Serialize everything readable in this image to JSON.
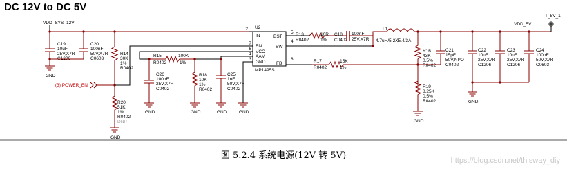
{
  "title": "DC 12V to DC 5V",
  "nets": {
    "input": "VDD_SYS_12V",
    "output": "VDD_5V",
    "testpoint": "T_5V_1",
    "enable": "(3)  POWER_EN",
    "gnd": "GND"
  },
  "ic": {
    "ref": "U2",
    "part": "MP1495S",
    "pins": [
      {
        "num": "2",
        "name": "IN"
      },
      {
        "num": "7",
        "name": "EN"
      },
      {
        "num": "6",
        "name": "VCC"
      },
      {
        "num": "1",
        "name": "AAM"
      },
      {
        "num": "3",
        "name": "GND"
      },
      {
        "num": "5",
        "name": "BST"
      },
      {
        "num": "4",
        "name": "SW"
      },
      {
        "num": "8",
        "name": "FB"
      }
    ]
  },
  "components": {
    "c19": {
      "ref": "C19",
      "val": "10uF",
      "rating": "25V,X7R",
      "pkg": "C1206"
    },
    "c20": {
      "ref": "C20",
      "val": "100nF",
      "rating": "50V,X7R",
      "pkg": "C0603"
    },
    "r14": {
      "ref": "R14",
      "val": "30K",
      "tol": "1%",
      "pkg": "R0402"
    },
    "r20": {
      "ref": "R20",
      "val": "51K",
      "tol": "1%",
      "pkg": "R0402",
      "note": "DNP"
    },
    "r15": {
      "ref": "R15",
      "val": "100K",
      "tol": "1%",
      "pkg": "R0402"
    },
    "c26": {
      "ref": "C26",
      "val": "100nF",
      "rating": "25V,X7R",
      "pkg": "C0402"
    },
    "r18": {
      "ref": "R18",
      "val": "10K",
      "tol": "1%",
      "pkg": "R0402"
    },
    "c25": {
      "ref": "C25",
      "val": "1nF",
      "rating": "50V,X7R",
      "pkg": "C0402"
    },
    "r13": {
      "ref": "R13",
      "val": "10R",
      "tol": "1%",
      "pkg": "R0402"
    },
    "c18": {
      "ref": "C18",
      "val": "100nF",
      "rating": "25V,X7R",
      "pkg": "C0402"
    },
    "l1": {
      "ref": "L1",
      "val": "4.7uH/5.2X5.4/3A"
    },
    "r17": {
      "ref": "R17",
      "val": "15K",
      "tol": "1%",
      "pkg": "R0402"
    },
    "r16": {
      "ref": "R16",
      "val": "43K",
      "tol": "0.5%",
      "pkg": "R0402"
    },
    "c21": {
      "ref": "C21",
      "val": "15pF",
      "rating": "50V,NPO",
      "pkg": "C0402"
    },
    "r19": {
      "ref": "R19",
      "val": "8.25K",
      "tol": "0.5%",
      "pkg": "R0402"
    },
    "c22": {
      "ref": "C22",
      "val": "10uF",
      "rating": "25V,X7R",
      "pkg": "C1206"
    },
    "c23": {
      "ref": "C23",
      "val": "10uF",
      "rating": "25V,X7R",
      "pkg": "C1206"
    },
    "c24": {
      "ref": "C24",
      "val": "100nF",
      "rating": "50V,X7R",
      "pkg": "C0603"
    }
  },
  "caption": "图  5.2.4  系统电源(12V 转 5V)",
  "watermark": "https://blog.csdn.net/thisway_diy"
}
